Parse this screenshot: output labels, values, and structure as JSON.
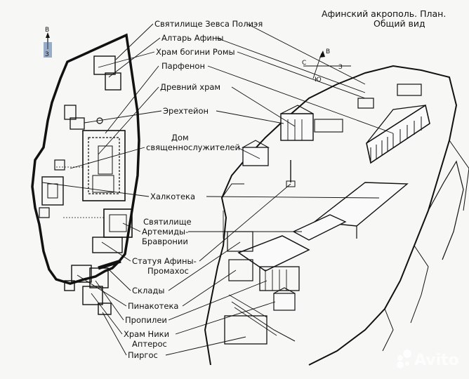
{
  "title": {
    "line1": "Афинский акрополь. План.",
    "line2": "Общий вид"
  },
  "compass_plan": {
    "north": "В",
    "south": "З"
  },
  "compass_view": {
    "n": "В",
    "w": "С",
    "s": "Ю",
    "e": "З"
  },
  "labels": [
    {
      "id": "zeus",
      "text": "Святилище Зевса Полиэя"
    },
    {
      "id": "altar",
      "text": "Алтарь Афины"
    },
    {
      "id": "roma",
      "text": "Храм богини Ромы"
    },
    {
      "id": "parthenon",
      "text": "Парфенон"
    },
    {
      "id": "old-temple",
      "text": "Древний храм"
    },
    {
      "id": "erechtheion",
      "text": "Эрехтейон"
    },
    {
      "id": "house-1",
      "text": "Дом"
    },
    {
      "id": "house-2",
      "text": "священнослужителей"
    },
    {
      "id": "chalkotheke",
      "text": "Халкотека"
    },
    {
      "id": "artemis-1",
      "text": "Святилище"
    },
    {
      "id": "artemis-2",
      "text": "Артемиды-"
    },
    {
      "id": "artemis-3",
      "text": "Бравронии"
    },
    {
      "id": "promachos-1",
      "text": "Статуя Афины-"
    },
    {
      "id": "promachos-2",
      "text": "Промахос"
    },
    {
      "id": "stores",
      "text": "Склады"
    },
    {
      "id": "pinakotheke",
      "text": "Пинакотека"
    },
    {
      "id": "propylaea",
      "text": "Пропилеи"
    },
    {
      "id": "nike-1",
      "text": "Храм Ники"
    },
    {
      "id": "nike-2",
      "text": "Аптерос"
    },
    {
      "id": "pyrgos",
      "text": "Пиргос"
    }
  ],
  "watermark": {
    "text": "Avito"
  }
}
